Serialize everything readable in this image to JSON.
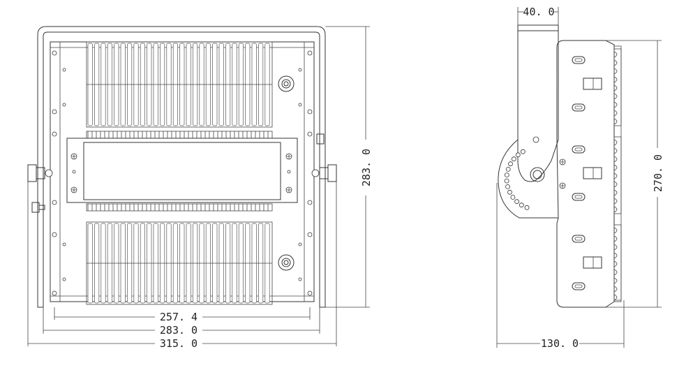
{
  "dimensions": {
    "top_width": "40. 0",
    "front_height": "283. 0",
    "side_height": "270. 0",
    "inner_width": "257. 4",
    "mid_width": "283. 0",
    "overall_width": "315. 0",
    "side_depth": "130. 0"
  },
  "colors": {
    "line": "#333333",
    "background": "#ffffff"
  }
}
